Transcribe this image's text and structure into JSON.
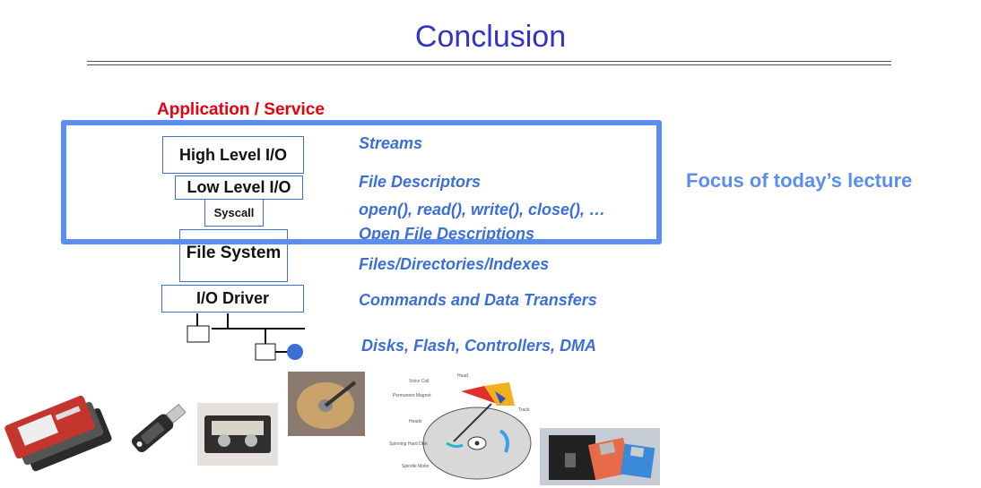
{
  "title": "Conclusion",
  "diagram": {
    "top_label": "Application / Service",
    "layers": [
      "High Level I/O",
      "Low Level I/O",
      "Syscall",
      "File System",
      "I/O Driver"
    ],
    "descriptions": [
      "Streams",
      "File Descriptors",
      "open(), read(), write(), close(), …",
      "Open File Descriptions",
      "Files/Directories/Indexes",
      "Commands and Data Transfers",
      "Disks, Flash, Controllers, DMA"
    ],
    "focus_label": "Focus of today’s lecture"
  },
  "disk_figure": {
    "labels": [
      "Head",
      "Voice Coil",
      "Permanent Magnet",
      "Heads",
      "Spinning Hard Disk",
      "Spindle Motor",
      "Track"
    ]
  }
}
